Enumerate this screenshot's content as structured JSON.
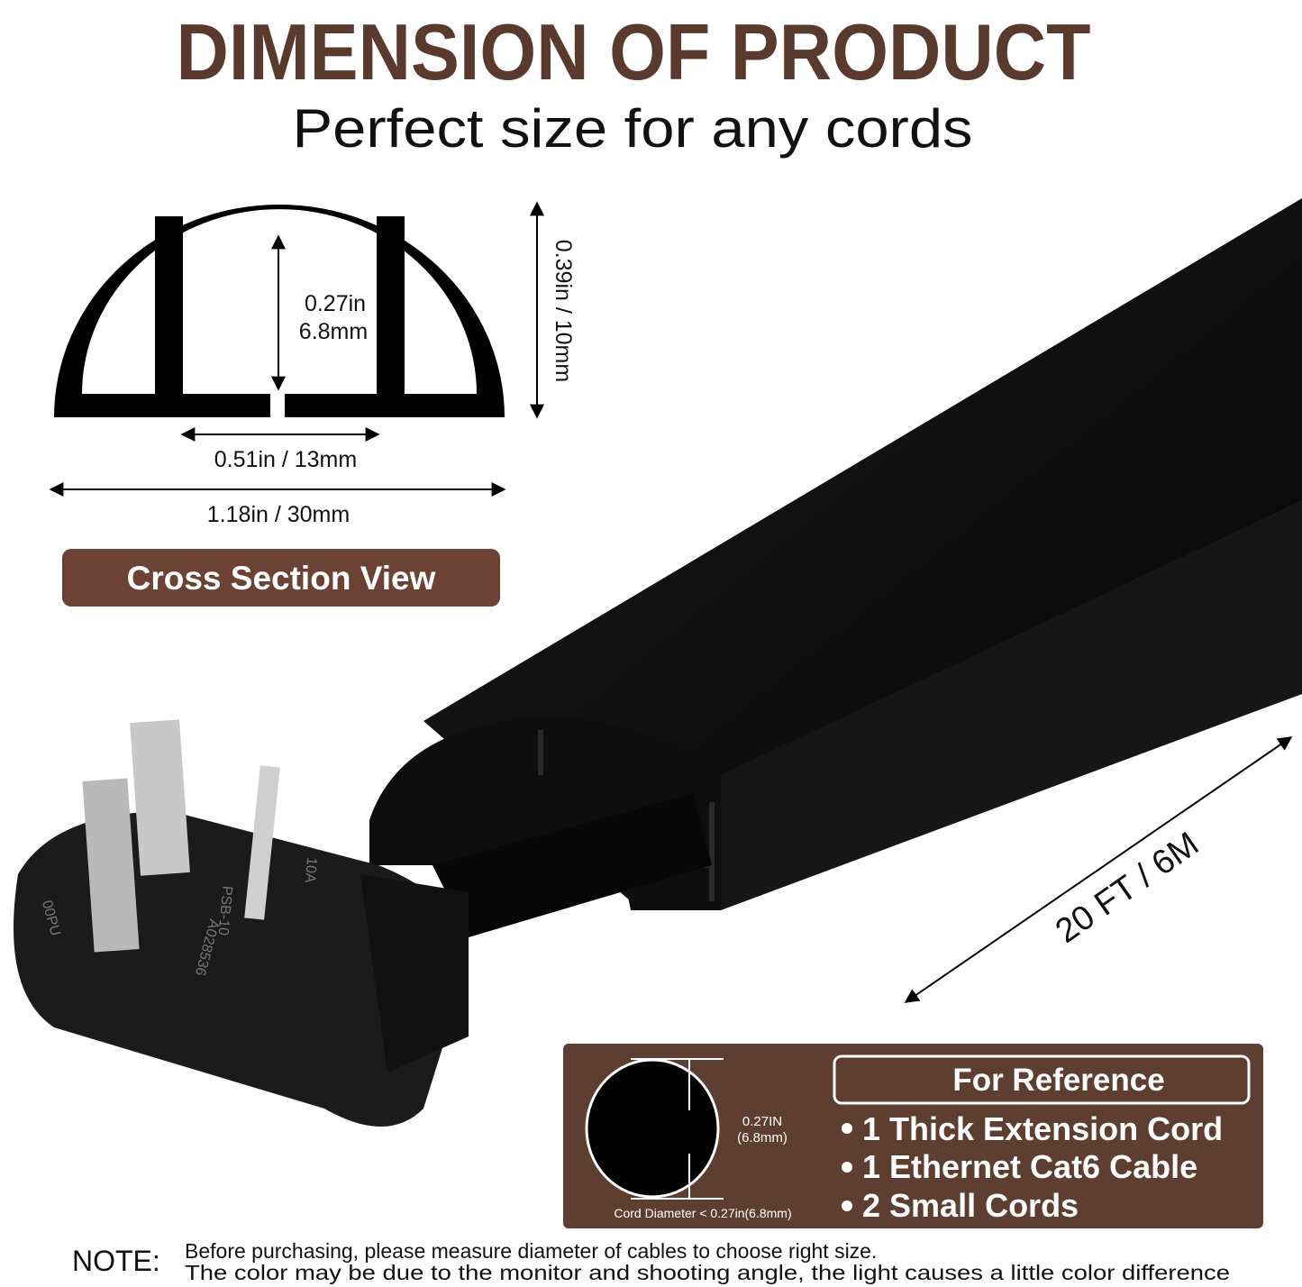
{
  "header": {
    "title": "DIMENSION OF PRODUCT",
    "subtitle": "Perfect size for any cords"
  },
  "cross_section": {
    "inner_height": [
      "0.27in",
      "6.8mm"
    ],
    "opening_width": "0.51in / 13mm",
    "total_width": "1.18in / 30mm",
    "total_height": "0.39in / 10mm",
    "label": "Cross Section View"
  },
  "product": {
    "length": "20 FT / 6M",
    "plug_markings": [
      "10A",
      "PSB-10",
      "A028536",
      "00PU"
    ]
  },
  "reference": {
    "title": "For Reference",
    "diameter_label": [
      "0.27IN",
      "(6.8mm)"
    ],
    "cord_diameter": "Cord Diameter < 0.27in(6.8mm)",
    "items": [
      "1 Thick Extension Cord",
      "1 Ethernet Cat6 Cable",
      "2 Small Cords"
    ]
  },
  "note": {
    "label": "NOTE:",
    "lines": [
      "Before purchasing, please measure diameter of cables to choose right size.",
      "The color may be due to the monitor and shooting angle, the light causes a little color difference"
    ]
  },
  "colors": {
    "brand_brown": "#5b3a2e",
    "product_black": "#111111"
  }
}
